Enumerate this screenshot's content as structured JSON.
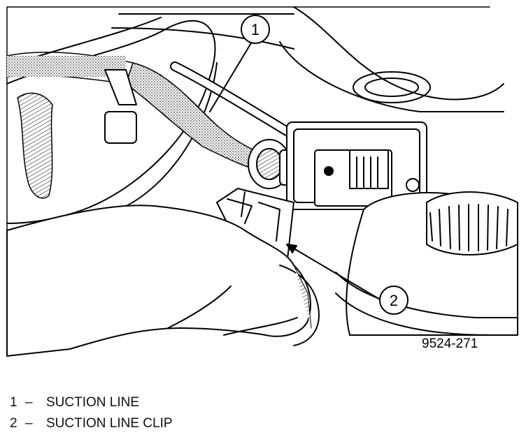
{
  "figure": {
    "number": "9524-271"
  },
  "callouts": [
    {
      "id": "1"
    },
    {
      "id": "2"
    }
  ],
  "legend": [
    {
      "num": "1",
      "dash": "–",
      "label": "SUCTION LINE"
    },
    {
      "num": "2",
      "dash": "–",
      "label": "SUCTION LINE CLIP"
    }
  ]
}
